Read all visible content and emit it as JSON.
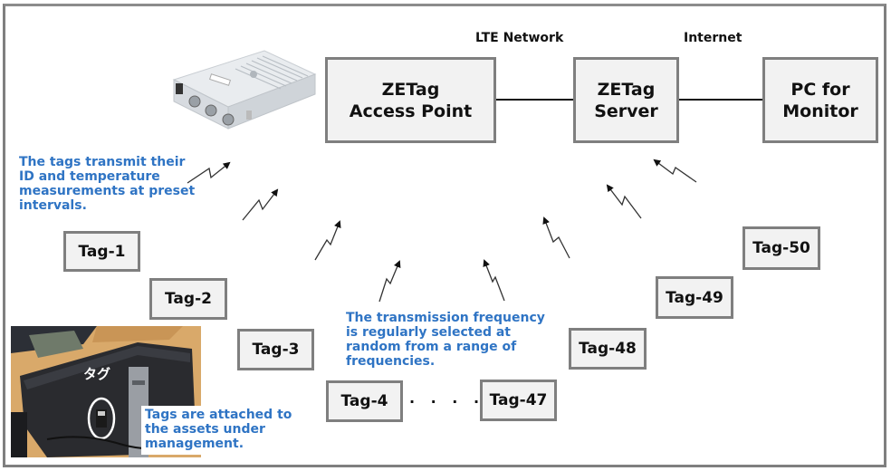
{
  "network_labels": {
    "lte": "LTE Network",
    "internet": "Internet"
  },
  "nodes": {
    "access_point": {
      "line1": "ZETag",
      "line2": "Access Point"
    },
    "server": {
      "line1": "ZETag",
      "line2": "Server"
    },
    "pc": {
      "line1": "PC for",
      "line2": "Monitor"
    }
  },
  "tags": [
    {
      "label": "Tag-1"
    },
    {
      "label": "Tag-2"
    },
    {
      "label": "Tag-3"
    },
    {
      "label": "Tag-4"
    },
    {
      "label": "Tag-47"
    },
    {
      "label": "Tag-48"
    },
    {
      "label": "Tag-49"
    },
    {
      "label": "Tag-50"
    }
  ],
  "ellipsis": "· · · ·",
  "notes": {
    "transmit": [
      "The tags transmit their",
      "ID and temperature",
      "measurements at preset",
      "intervals."
    ],
    "frequency": [
      "The transmission frequency",
      "is regularly selected at",
      "random from a range of",
      "frequencies."
    ],
    "attached": [
      "Tags are attached to",
      "the assets under",
      "management."
    ]
  },
  "photo": {
    "tag_label": "タグ"
  },
  "colors": {
    "note_text": "#2f74c4",
    "box_fill": "#f2f2f2",
    "box_border": "#7f7f7f"
  }
}
